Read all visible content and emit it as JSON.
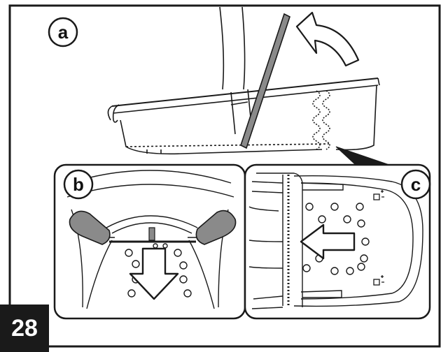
{
  "step_number": "28",
  "panels": {
    "a": {
      "label": "a"
    },
    "b": {
      "label": "b"
    },
    "c": {
      "label": "c"
    }
  },
  "colors": {
    "line": "#1a1a1a",
    "handle_fill": "#8a8a8a",
    "handle_fill_light": "#b0b0b0",
    "badge_bg": "#1a1a1a"
  },
  "icons": [
    "curved-arrow-icon",
    "down-arrow-icon",
    "left-arrow-icon",
    "lock-symbol-icon"
  ]
}
